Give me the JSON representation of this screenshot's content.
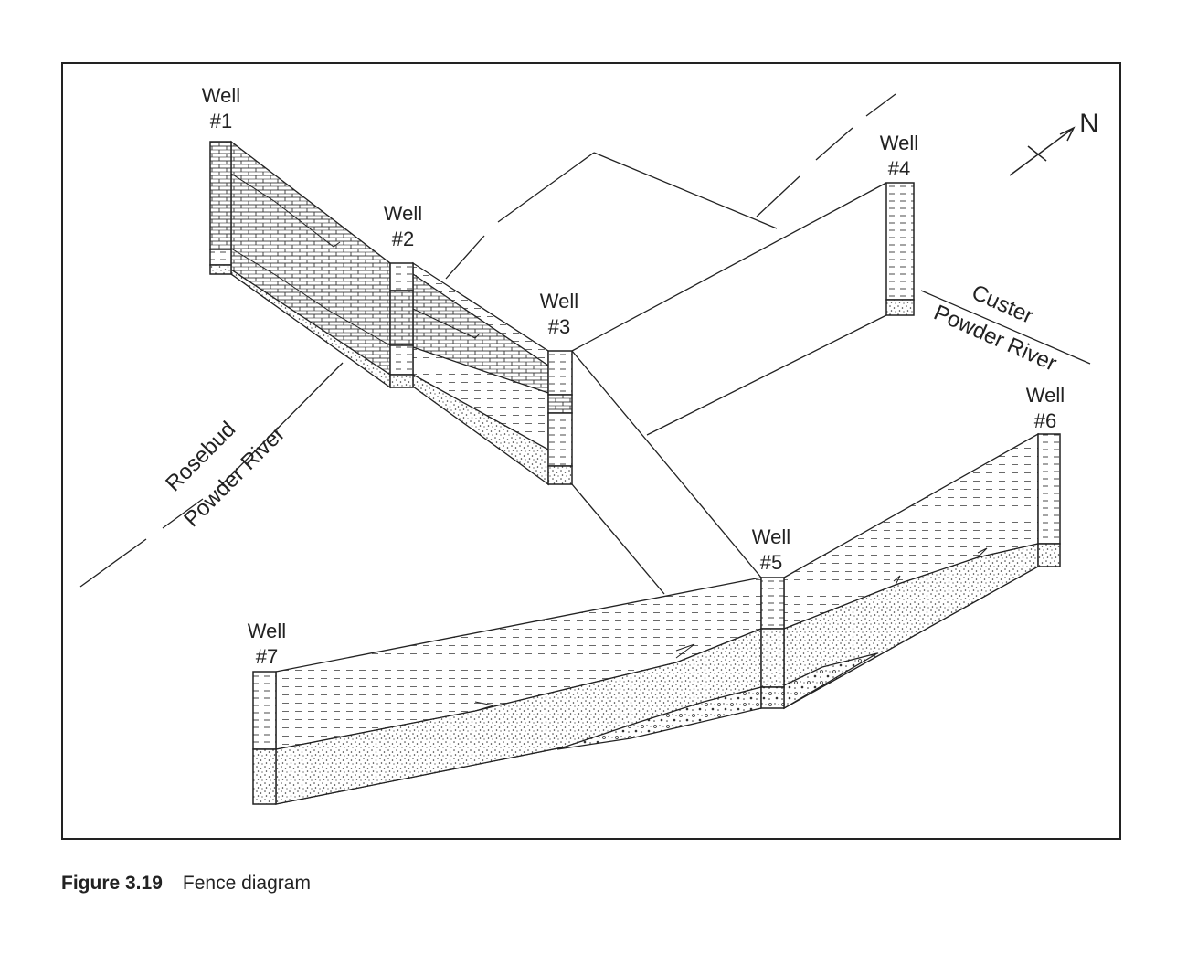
{
  "figure": {
    "number": "Figure 3.19",
    "title": "Fence diagram"
  },
  "wells": [
    {
      "line1": "Well",
      "line2": "#1"
    },
    {
      "line1": "Well",
      "line2": "#2"
    },
    {
      "line1": "Well",
      "line2": "#3"
    },
    {
      "line1": "Well",
      "line2": "#4"
    },
    {
      "line1": "Well",
      "line2": "#5"
    },
    {
      "line1": "Well",
      "line2": "#6"
    },
    {
      "line1": "Well",
      "line2": "#7"
    }
  ],
  "county_boundaries": {
    "west": {
      "upper": "Rosebud",
      "lower": "Powder River"
    },
    "east": {
      "upper": "Custer",
      "lower": "Powder River"
    }
  },
  "north_arrow": {
    "label": "N"
  }
}
